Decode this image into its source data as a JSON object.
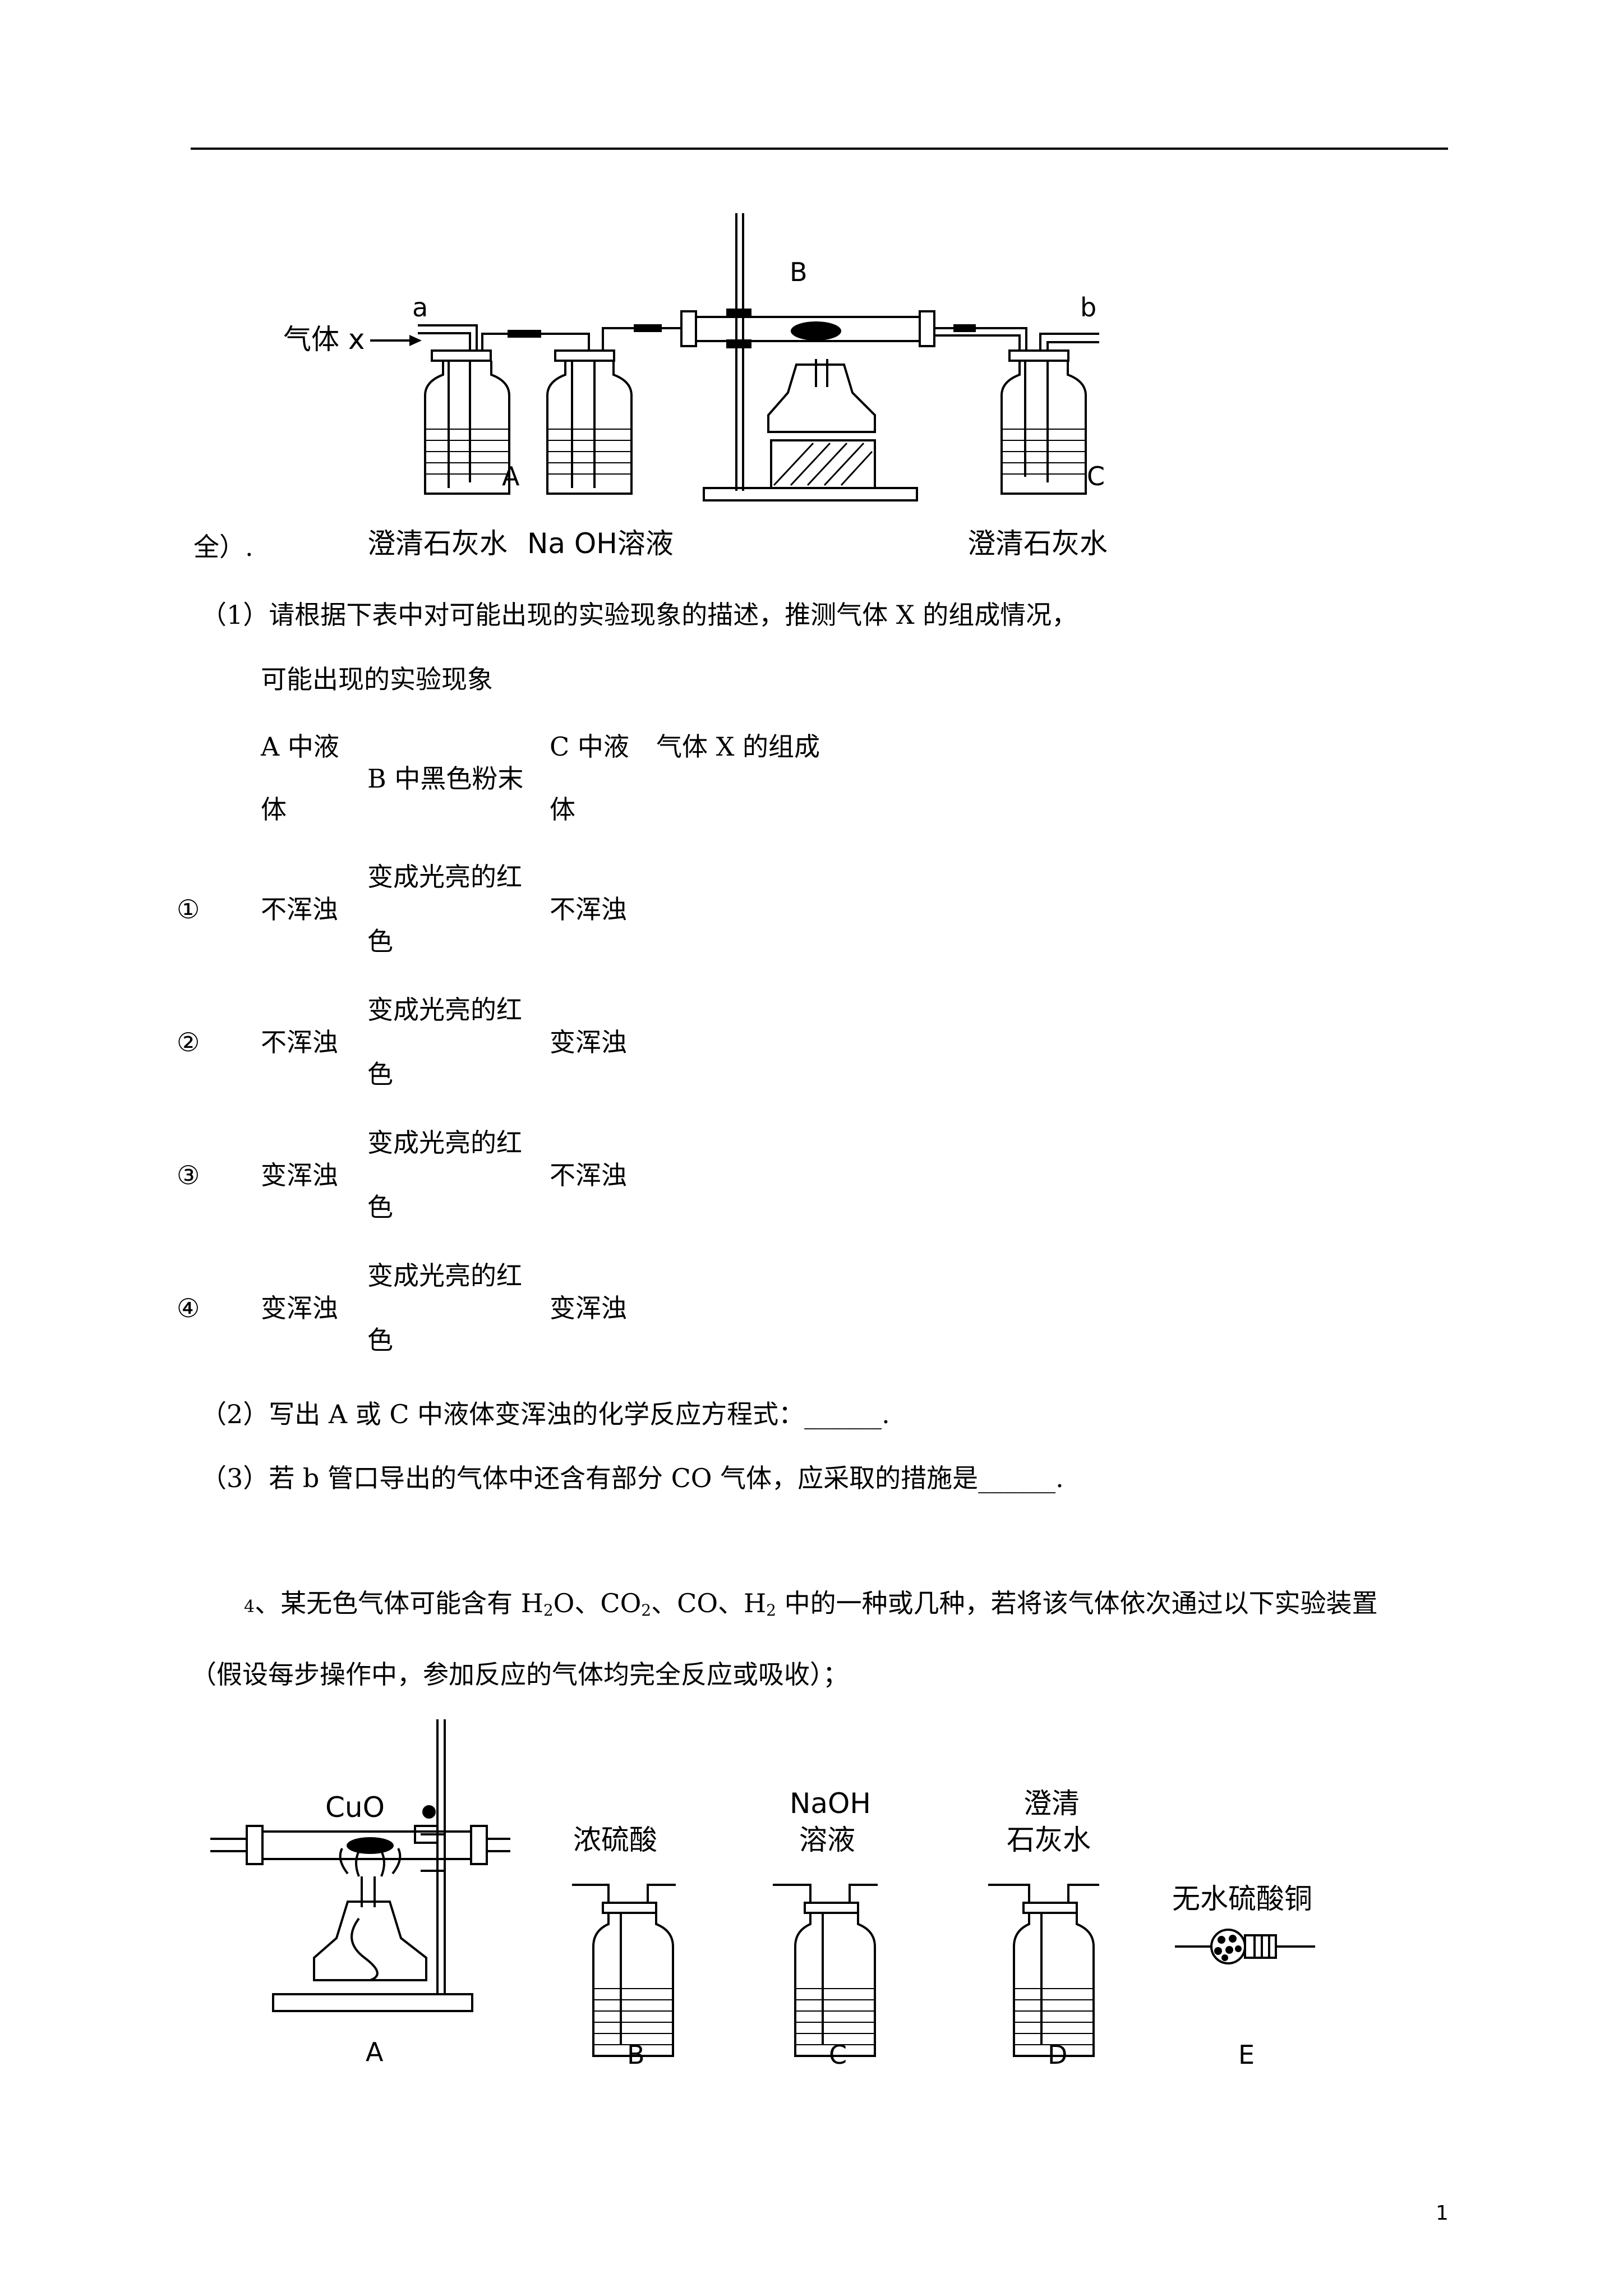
{
  "fig1": {
    "gas_label": "气体 x",
    "port_a": "a",
    "port_b": "b",
    "label_B": "B",
    "label_A": "A",
    "label_C": "C",
    "caption_lime1": "澄清石灰水",
    "caption_naoh": "Na OH溶液",
    "caption_lime2": "澄清石灰水",
    "tail": "全）."
  },
  "q1": {
    "prompt": "（1）请根据下表中对可能出现的实验现象的描述，推测气体 X 的组成情况，",
    "table_caption": "可能出现的实验现象",
    "headers": {
      "a_line1": "A 中液",
      "a_line2": "体",
      "b": "B 中黑色粉末",
      "c_line1": "C 中液",
      "c_line2": "体",
      "x": "气体 X 的组成"
    },
    "rows": [
      {
        "num": "①",
        "a": "不浑浊",
        "b_line1": "变成光亮的红",
        "b_line2": "色",
        "c": "不浑浊"
      },
      {
        "num": "②",
        "a": "不浑浊",
        "b_line1": "变成光亮的红",
        "b_line2": "色",
        "c": "变浑浊"
      },
      {
        "num": "③",
        "a": "变浑浊",
        "b_line1": "变成光亮的红",
        "b_line2": "色",
        "c": "不浑浊"
      },
      {
        "num": "④",
        "a": "变浑浊",
        "b_line1": "变成光亮的红",
        "b_line2": "色",
        "c": "变浑浊"
      }
    ]
  },
  "q2": "（2）写出 A 或 C 中液体变浑浊的化学反应方程式：______.",
  "q3": "（3）若 b 管口导出的气体中还含有部分 CO 气体，应采取的措施是______.",
  "q4": {
    "num": "4",
    "sep": "、",
    "p1": "某无色气体可能含有 H",
    "h2o_sub": "2",
    "p2": "O、CO",
    "co2_sub": "2",
    "p3": "、CO、H",
    "h2_sub": "2",
    "p4": " 中的一种或几种，若将该气体依次通过以下实验装置",
    "line2": "（假设每步操作中，参加反应的气体均完全反应或吸收）；"
  },
  "fig2": {
    "cuo": "CuO",
    "b_label": "浓硫酸",
    "c_label_line1": "NaOH",
    "c_label_line2": "溶液",
    "d_label_line1": "澄清",
    "d_label_line2": "石灰水",
    "e_label": "无水硫酸铜",
    "letters": [
      "A",
      "B",
      "C",
      "D",
      "E"
    ]
  },
  "page_number": "1"
}
